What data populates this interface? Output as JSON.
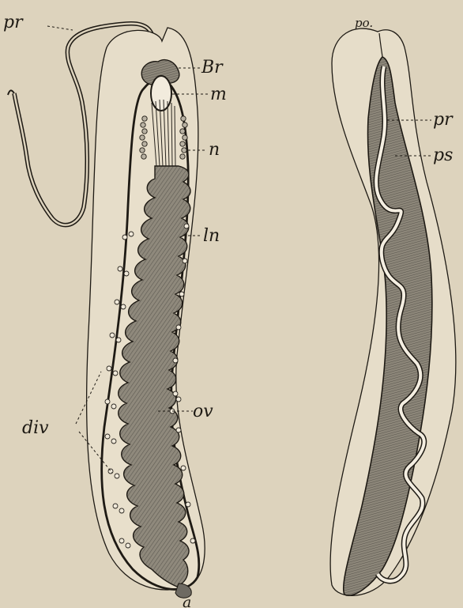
{
  "labels": {
    "left_pr": "pr",
    "br": "Br",
    "m": "m",
    "n": "n",
    "ln": "ln",
    "ov": "ov",
    "div": "div",
    "a": "a",
    "po": "po.",
    "right_pr": "pr",
    "ps": "ps"
  },
  "colors": {
    "paper": "#ddd3bd",
    "ink": "#1e1a14",
    "intestine_fill": "#8a8478",
    "body_fill": "#e6ddc9"
  }
}
